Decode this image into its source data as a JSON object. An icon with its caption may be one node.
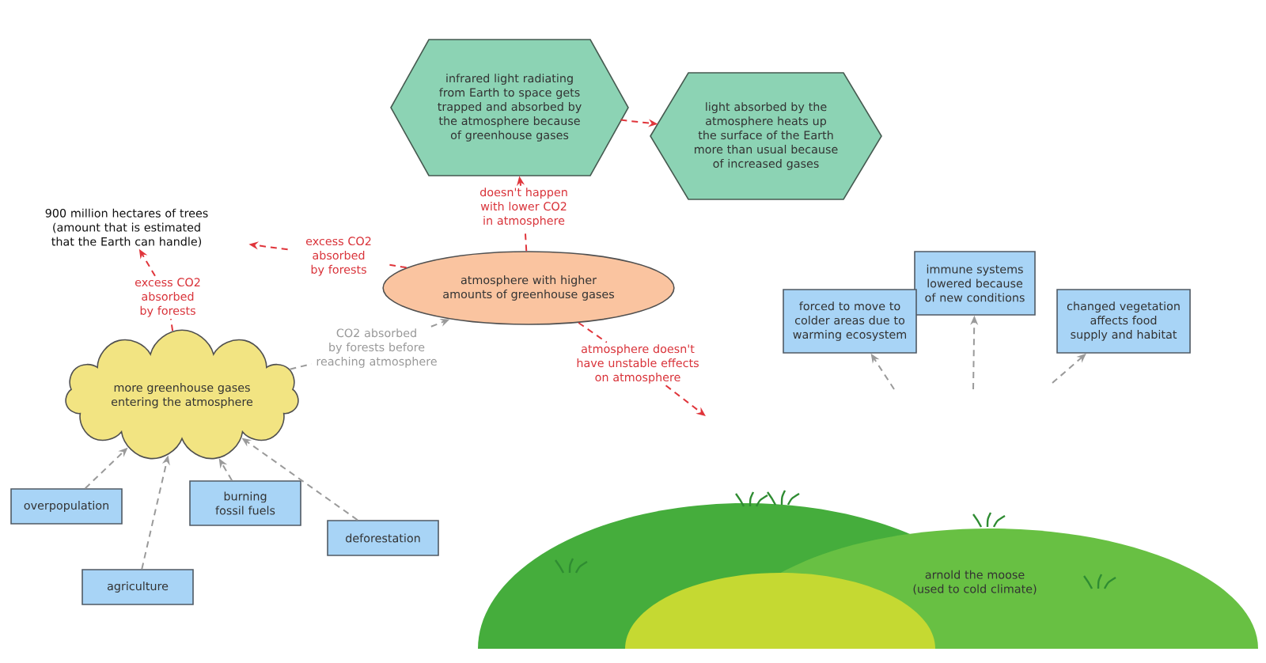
{
  "diagram": {
    "nodes": [
      {
        "text": [
          "infrared light radiating from Earth to space gets trapped and absorbed by the atmosphere because of greenhouse gases"
        ]
      },
      {
        "text": [
          "light absorbed by the atmosphere heats up the surface of the Earth more than usual because of increased gases"
        ]
      },
      {
        "text": [
          "900 million hectares of trees (amount that is estimated that the Earth can handle)"
        ]
      },
      {
        "text": [
          "excess CO2 absorbed by forests"
        ]
      },
      {
        "text": [
          "doesn't happen with lower CO2 in atmosphere"
        ]
      },
      {
        "text": [
          "atmosphere with higher amounts of greenhouse gases"
        ]
      },
      {
        "text": [
          "excess CO2 absorbed by forests"
        ]
      },
      {
        "text": [
          "CO2 absorbed by forests before reaching atmosphere"
        ]
      },
      {
        "text": [
          "atmosphere doesn't have unstable effects on atmosphere"
        ]
      },
      {
        "text": [
          "immune systems lowered because of new conditions"
        ]
      },
      {
        "text": [
          "forced to move to colder areas due to warming ecosystem"
        ]
      },
      {
        "text": [
          "changed vegetation affects food supply and habitat"
        ]
      },
      {
        "text": [
          "more greenhouse gases entering the atmosphere"
        ]
      },
      {
        "text": [
          "overpopulation"
        ]
      },
      {
        "text": [
          "burning fossil fuels"
        ]
      },
      {
        "text": [
          "deforestation"
        ]
      },
      {
        "text": [
          "agriculture"
        ]
      },
      {
        "text": [
          "arnold the moose (used to cold climate)"
        ]
      }
    ],
    "edges": [
      {
        "from": 5,
        "to": 4,
        "arrow": "none",
        "style": "dashed"
      },
      {
        "from": 4,
        "to": 0,
        "arrow": "to",
        "style": "dashed"
      },
      {
        "from": 0,
        "to": 1,
        "arrow": "to",
        "style": "dashed"
      },
      {
        "from": 5,
        "to": 3,
        "arrow": "none",
        "style": "dashed"
      },
      {
        "from": 3,
        "to": 2,
        "arrow": "to",
        "style": "dashed"
      },
      {
        "from": 12,
        "to": 6,
        "arrow": "none",
        "style": "dashed"
      },
      {
        "from": 6,
        "to": 2,
        "arrow": "to",
        "style": "dashed"
      },
      {
        "from": 12,
        "to": 7,
        "arrow": "none",
        "style": "dashed",
        "color": "#9a9a9a"
      },
      {
        "from": 7,
        "to": 5,
        "arrow": "to",
        "style": "dashed",
        "color": "#9a9a9a"
      },
      {
        "from": 5,
        "to": 8,
        "arrow": "none",
        "style": "dashed"
      },
      {
        "from": 8,
        "to": null,
        "arrow": "to",
        "style": "dashed"
      },
      {
        "from": 13,
        "to": 12,
        "arrow": "to",
        "style": "dashed",
        "color": "#9a9a9a"
      },
      {
        "from": 16,
        "to": 12,
        "arrow": "to",
        "style": "dashed",
        "color": "#9a9a9a"
      },
      {
        "from": 14,
        "to": 12,
        "arrow": "to",
        "style": "dashed",
        "color": "#9a9a9a"
      },
      {
        "from": 15,
        "to": 12,
        "arrow": "to",
        "style": "dashed",
        "color": "#9a9a9a"
      },
      {
        "from": null,
        "to": 10,
        "arrow": "to",
        "style": "dashed",
        "color": "#9a9a9a"
      },
      {
        "from": null,
        "to": 9,
        "arrow": "to",
        "style": "dashed",
        "color": "#9a9a9a"
      },
      {
        "from": null,
        "to": 11,
        "arrow": "to",
        "style": "dashed",
        "color": "#9a9a9a"
      }
    ]
  }
}
